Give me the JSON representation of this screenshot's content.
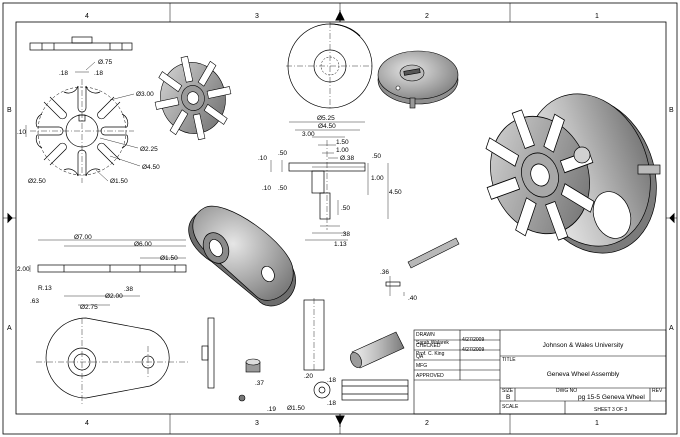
{
  "zones": {
    "top": [
      "4",
      "3",
      "2",
      "1"
    ],
    "bottom": [
      "4",
      "3",
      "2",
      "1"
    ],
    "left": [
      "B",
      "A"
    ],
    "right": [
      "B",
      "A"
    ]
  },
  "dims": {
    "wheel_front": [
      "Ø.75",
      ".18",
      ".18",
      "Ø3.00",
      ".10",
      "Ø2.25",
      "Ø4.50",
      "Ø2.50",
      "Ø1.50"
    ],
    "shaft": [
      "Ø5.25",
      "Ø4.50",
      "3.00",
      "1.50",
      "1.00",
      "Ø.38",
      ".50",
      ".10",
      ".50",
      ".10",
      ".50",
      "1.00",
      "4.50",
      ".50",
      ".38",
      "1.13"
    ],
    "arm": [
      "Ø7.00",
      "Ø6.00",
      "2.00",
      "Ø1.50",
      "R.13",
      ".38",
      "Ø2.00",
      ".63",
      "Ø2.75"
    ],
    "pin": [
      ".36",
      ".40"
    ],
    "small": [
      ".37",
      ".19",
      ".20",
      ".18",
      ".18",
      "Ø1.50"
    ]
  },
  "title_block": {
    "drawn_label": "DRAWN",
    "drawn_by": "Sarah Walarek",
    "drawn_date": "4/27/2009",
    "checked_label": "CHECKED",
    "checked_by": "Prof. C. King",
    "checked_date": "4/27/2009",
    "qa_label": "QA",
    "mfg_label": "MFG",
    "approved_label": "APPROVED",
    "company": "Johnson & Wales University",
    "title_label": "TITLE",
    "title": "Geneva Wheel Assembly",
    "size_label": "SIZE",
    "size": "B",
    "dwg_label": "DWG NO",
    "dwg_no": "pg 15-5 Geneva Wheel",
    "rev_label": "REV",
    "scale_label": "SCALE",
    "sheet": "SHEET 3 OF 3"
  },
  "colors": {
    "line": "#000000",
    "part_dark": "#4a4a4a",
    "part_mid": "#8c8c8c",
    "part_light": "#c8c8c8",
    "paper": "#ffffff"
  }
}
